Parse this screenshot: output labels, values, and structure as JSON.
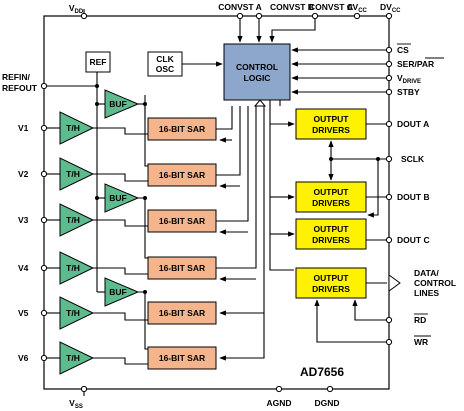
{
  "pins": {
    "vdd": "V",
    "vdd_sub": "DD",
    "convst_a": "CONVST A",
    "convst_b": "CONVST B",
    "convst_c": "CONVST C",
    "avcc": "AV",
    "avcc_sub": "CC",
    "dvcc": "DV",
    "dvcc_sub": "CC",
    "refin1": "REFIN/",
    "refin2": "REFOUT",
    "v1": "V1",
    "v2": "V2",
    "v3": "V3",
    "v4": "V4",
    "v5": "V5",
    "v6": "V6",
    "cs": "CS",
    "ser": "SER/",
    "par": "PAR",
    "vdrive": "V",
    "vdrive_sub": "DRIVE",
    "stby": "STBY",
    "douta": "DOUT A",
    "sclk": "SCLK",
    "doutb": "DOUT B",
    "doutc": "DOUT C",
    "data1": "DATA/",
    "data2": "CONTROL",
    "data3": "LINES",
    "rd": "RD",
    "wr": "WR",
    "vss": "V",
    "vss_sub": "SS",
    "agnd": "AGND",
    "dgnd": "DGND"
  },
  "blocks": {
    "ref": "REF",
    "clk1": "CLK",
    "clk2": "OSC",
    "logic1": "CONTROL",
    "logic2": "LOGIC",
    "buf": "BUF",
    "th": "T/H",
    "sar": "16-BIT SAR",
    "out1": "OUTPUT",
    "out2": "DRIVERS"
  },
  "part_number": "AD7656",
  "colors": {
    "control_logic": "#8da6cc",
    "sar": "#f4b48c",
    "output_drivers": "#fff200",
    "amp": "#5dbb8e"
  }
}
